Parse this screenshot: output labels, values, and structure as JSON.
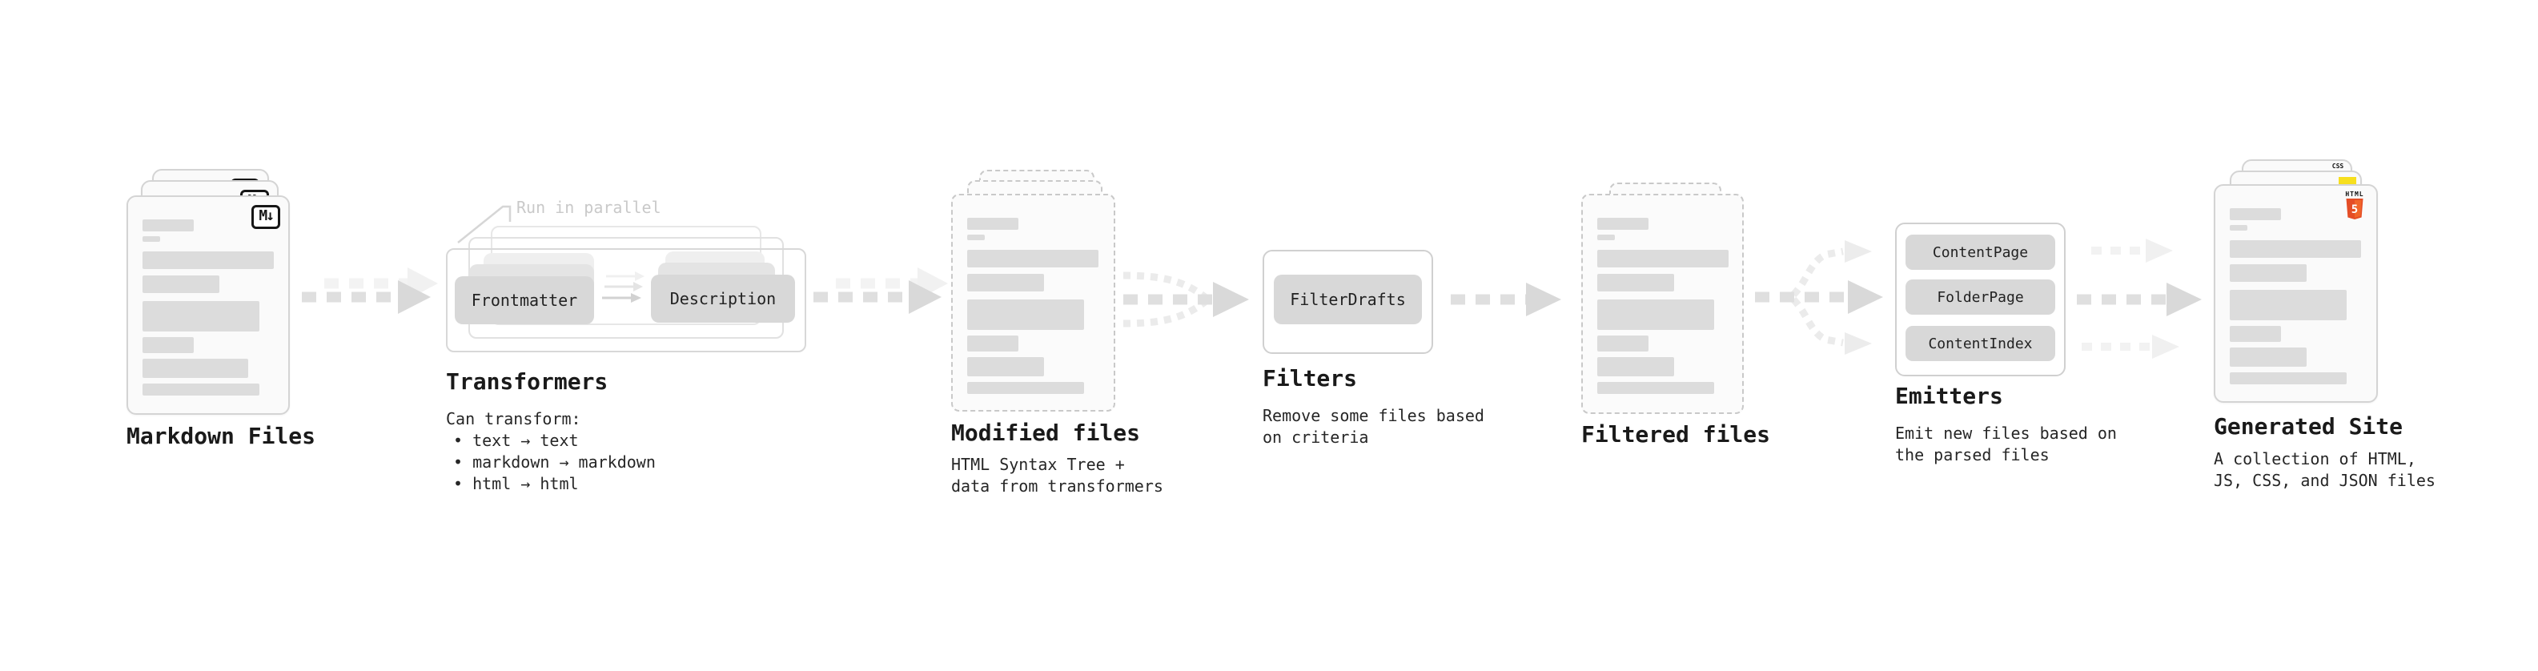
{
  "nodes": {
    "markdown_files": {
      "label": "Markdown Files",
      "file_badge": "M↓"
    },
    "transformers": {
      "label": "Transformers",
      "annotation": "Run in parallel",
      "step_left": "Frontmatter",
      "step_right": "Description",
      "caption_title": "Can transform:",
      "bullets": [
        "• text → text",
        "• markdown → markdown",
        "• html → html"
      ]
    },
    "modified_files": {
      "label": "Modified files",
      "caption": [
        "HTML Syntax Tree +",
        "data from transformers"
      ]
    },
    "filters": {
      "label": "Filters",
      "filter_name": "FilterDrafts",
      "caption": [
        "Remove some files based",
        "on criteria"
      ]
    },
    "filtered_files": {
      "label": "Filtered files"
    },
    "emitters": {
      "label": "Emitters",
      "emitter_names": [
        "ContentPage",
        "FolderPage",
        "ContentIndex"
      ],
      "caption": [
        "Emit new files based on",
        "the parsed files"
      ]
    },
    "generated_site": {
      "label": "Generated Site",
      "caption": [
        "A collection of HTML,",
        "JS, CSS, and JSON files"
      ],
      "css_badge": "CSS",
      "html_badge": "HTML",
      "html_badge_number": "5"
    }
  },
  "colors": {
    "html5_orange": "#e44d26",
    "html5_orange_light": "#f16529",
    "js_yellow": "#f7df1e",
    "css_blue": "#2962ff"
  }
}
